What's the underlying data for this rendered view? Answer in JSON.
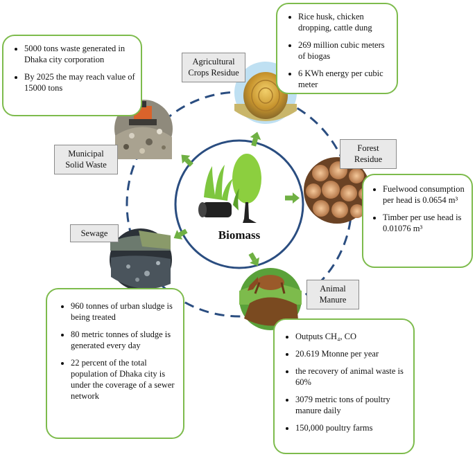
{
  "center": {
    "title": "Biomass"
  },
  "categories": {
    "municipal": "Municipal\nSolid Waste",
    "agricultural": "Agricultural\nCrops Residue",
    "forest": "Forest\nResidue",
    "sewage": "Sewage",
    "animal": "Animal\nManure"
  },
  "boxes": {
    "municipal": [
      "5000 tons waste generated in Dhaka city corporation",
      "By 2025 the may reach value of 15000 tons"
    ],
    "agricultural": [
      "Rice husk, chicken dropping, cattle dung",
      "269 million cubic meters of biogas",
      "6 KWh energy per cubic meter"
    ],
    "forest": [
      "Fuelwood consumption per head is 0.0654 m³",
      "Timber per use head is 0.01076 m³"
    ],
    "sewage": [
      "960 tonnes of urban sludge is being treated",
      "80 metric tonnes of sludge is generated every day",
      "22 percent of the total population of Dhaka city is under the coverage of a sewer network"
    ],
    "animal": [
      "Outputs CH₄, CO",
      "20.619 Mtonne per year",
      "the recovery of animal waste is 60%",
      "3079 metric tons of poultry manure daily",
      "150,000 poultry farms"
    ]
  },
  "colors": {
    "box_border": "#7dbb4c",
    "arrow": "#6fb043",
    "ring": "#2a4d80",
    "center_border": "#2a4d80"
  }
}
